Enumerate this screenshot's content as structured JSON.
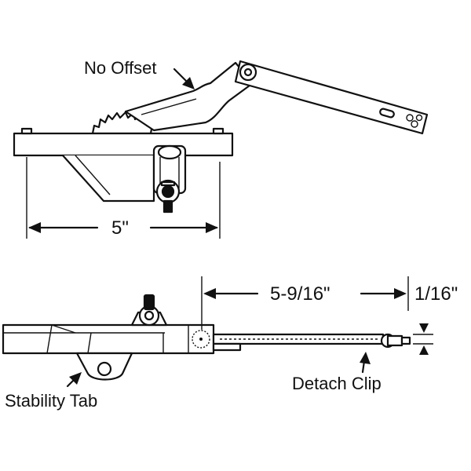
{
  "labels": {
    "no_offset": "No Offset",
    "stability_tab": "Stability Tab",
    "detach_clip": "Detach Clip"
  },
  "dimensions": {
    "top_width": "5\"",
    "arm_length": "5-9/16\"",
    "offset": "1/16\""
  },
  "colors": {
    "line": "#111111",
    "background": "#ffffff"
  }
}
